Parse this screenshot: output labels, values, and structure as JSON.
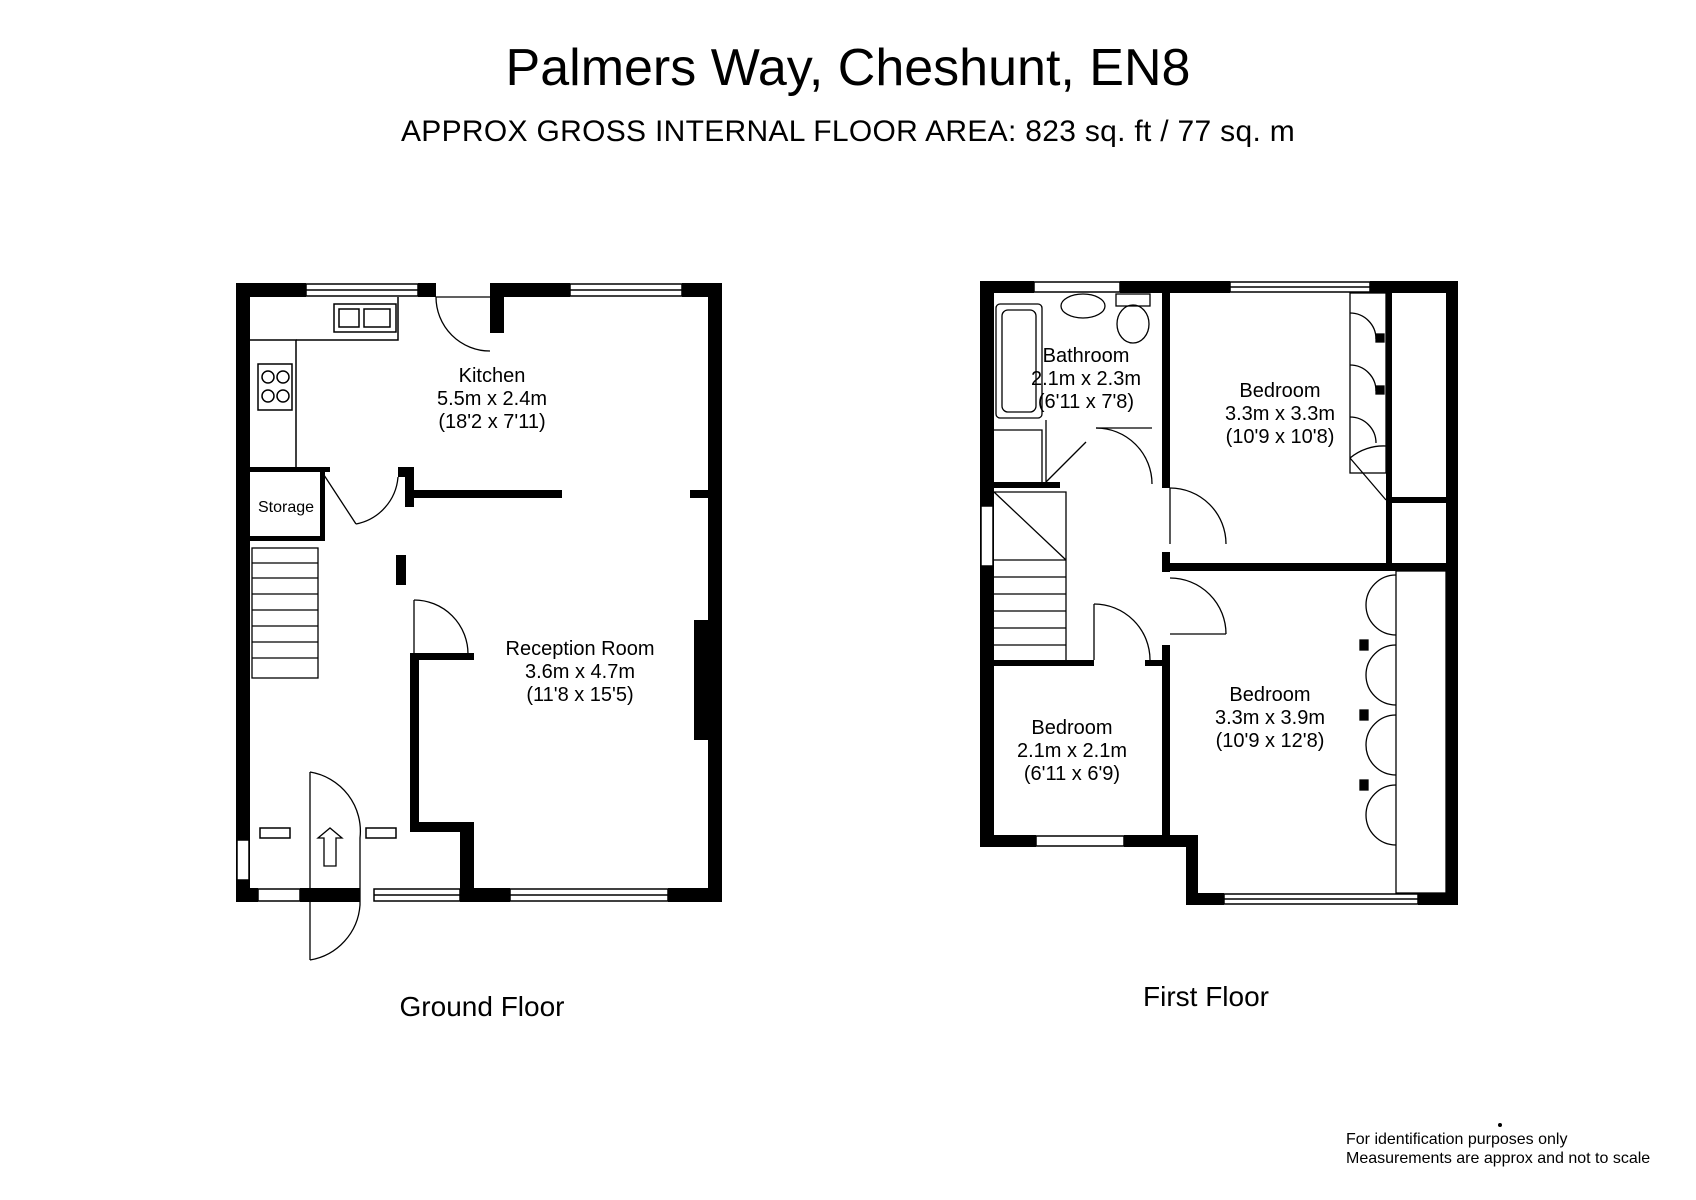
{
  "header": {
    "title": "Palmers Way, Cheshunt, EN8",
    "area": "APPROX GROSS INTERNAL FLOOR AREA:  823 sq. ft / 77 sq. m"
  },
  "ground_floor": {
    "label": "Ground Floor",
    "rooms": [
      {
        "name": "Kitchen",
        "metric": "5.5m x 2.4m",
        "imperial": "(18'2 x 7'11)"
      },
      {
        "name": "Storage"
      },
      {
        "name": "Reception Room",
        "metric": "3.6m x 4.7m",
        "imperial": "(11'8 x 15'5)"
      }
    ]
  },
  "first_floor": {
    "label": "First Floor",
    "rooms": [
      {
        "name": "Bathroom",
        "metric": "2.1m x 2.3m",
        "imperial": "(6'11 x 7'8)"
      },
      {
        "name": "Bedroom",
        "metric": "3.3m x 3.3m",
        "imperial": "(10'9 x 10'8)"
      },
      {
        "name": "Bedroom",
        "metric": "2.1m x 2.1m",
        "imperial": "(6'11 x 6'9)"
      },
      {
        "name": "Bedroom",
        "metric": "3.3m x 3.9m",
        "imperial": "(10'9 x 12'8)"
      }
    ]
  },
  "disclaimer": {
    "line1": "For identification purposes only",
    "line2": "Measurements are approx and not to scale"
  }
}
